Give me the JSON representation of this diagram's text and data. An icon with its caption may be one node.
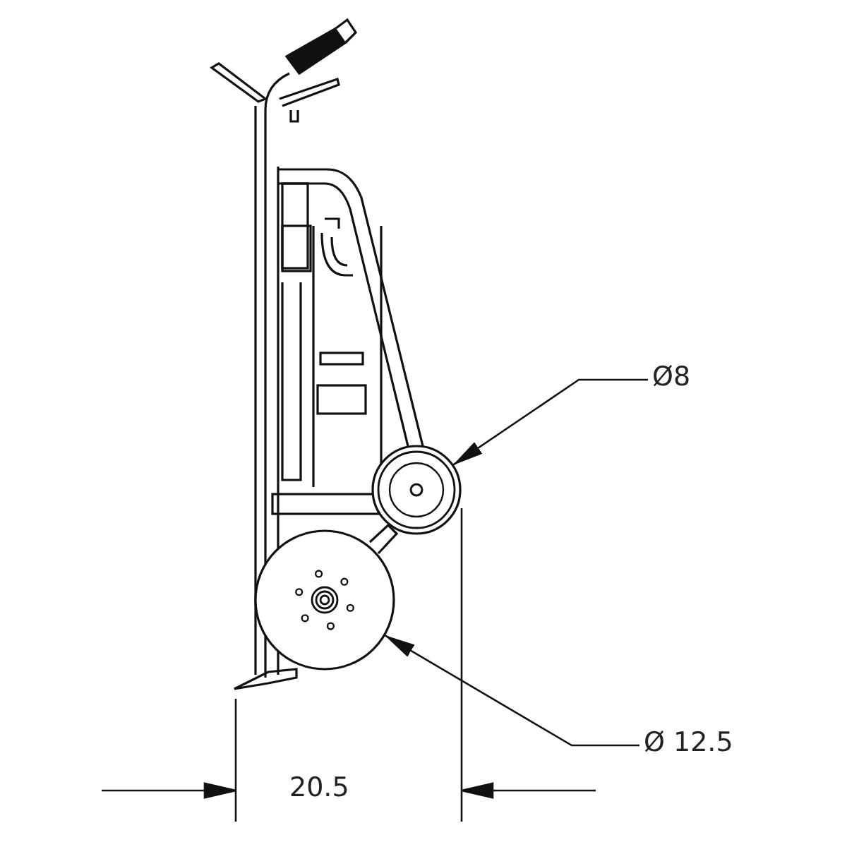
{
  "diagram": {
    "nodes": [
      {
        "text": [
          "Ø8"
        ]
      },
      {
        "text": [
          "Ø 12.5"
        ]
      },
      {
        "text": [],
        "shape": "circle"
      },
      {
        "text": [],
        "shape": "circle"
      }
    ],
    "edges": [
      {
        "from": 0,
        "to": 3,
        "arrow": "to"
      },
      {
        "from": 1,
        "to": 2,
        "arrow": "to"
      }
    ],
    "labels": [
      "20.5"
    ]
  }
}
